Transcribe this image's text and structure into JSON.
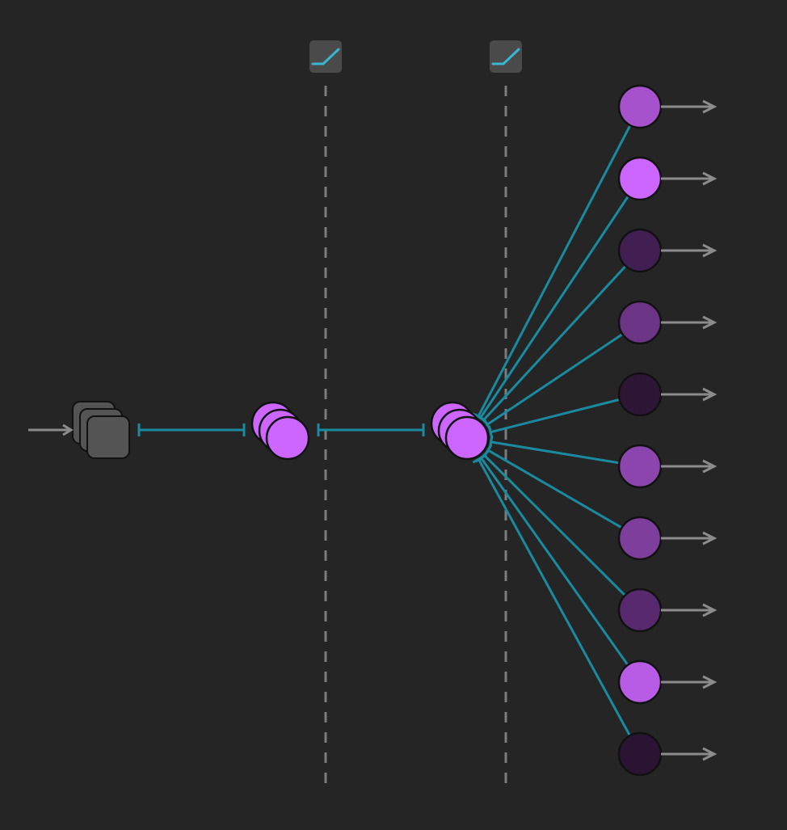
{
  "diagram": {
    "colors": {
      "background": "#252525",
      "connection": "#1a8aa0",
      "guide": "#7c7c7c",
      "arrow": "#8c8c8c",
      "input_node": "#545454",
      "input_node_stroke": "#111111",
      "hidden_node": "#cc66ff",
      "node_stroke": "#111111",
      "activation_badge": "#4a4a4a",
      "activation_curve": "#39b6d2"
    },
    "input": {
      "shape": "stacked-rounded-squares",
      "icon": "input-stack-icon",
      "stack_depth": 3
    },
    "hidden_layers": [
      {
        "name": "hidden-layer-1",
        "stack_depth": 3,
        "activation_icon": "relu-activation-icon"
      },
      {
        "name": "hidden-layer-2",
        "stack_depth": 3,
        "activation_icon": "relu-activation-icon"
      }
    ],
    "output_nodes": [
      {
        "color": "#a552cc"
      },
      {
        "color": "#cc66ff"
      },
      {
        "color": "#421f52"
      },
      {
        "color": "#6b3485"
      },
      {
        "color": "#2d1536"
      },
      {
        "color": "#8c45ad"
      },
      {
        "color": "#7e3f9c"
      },
      {
        "color": "#58296e"
      },
      {
        "color": "#b85ce6"
      },
      {
        "color": "#2a1333"
      }
    ]
  }
}
